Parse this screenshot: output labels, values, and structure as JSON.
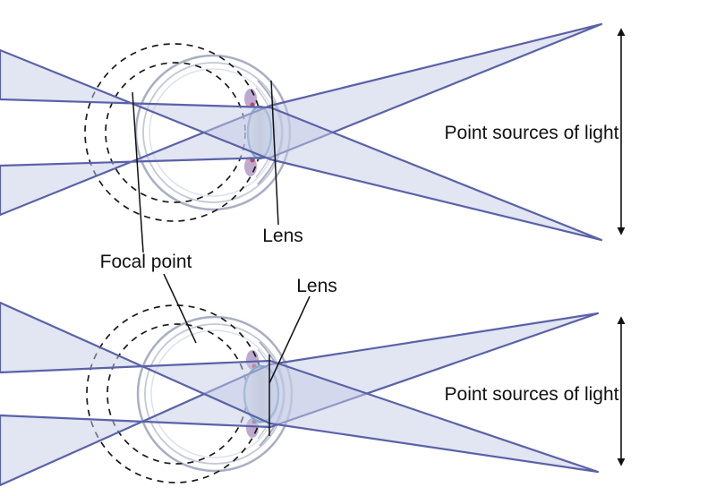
{
  "labels": {
    "point_sources_top": "Point sources of light",
    "point_sources_bottom": "Point sources of light",
    "lens_top": "Lens",
    "lens_bottom": "Lens",
    "focal_point": "Focal point"
  },
  "colors": {
    "background": "#ffffff",
    "beam_fill": "#c6cbe6",
    "beam_stroke": "#5a62a8",
    "eye_outline": "#a9afc2",
    "eye_inner": "#c3c8d6",
    "lens_stroke": "#4193b2",
    "annotation": "#111111"
  },
  "diagram": {
    "type": "optics-eye-two-point-sources",
    "panel_count": 2,
    "panels": [
      {
        "position": "top",
        "elements": [
          "eye",
          "dashed-focal-circles",
          "lens",
          "two-light-beams",
          "point-sources-double-arrow"
        ]
      },
      {
        "position": "bottom",
        "elements": [
          "eye",
          "dashed-focal-circles",
          "thicker-lens",
          "two-light-beams",
          "point-sources-double-arrow"
        ]
      }
    ]
  }
}
